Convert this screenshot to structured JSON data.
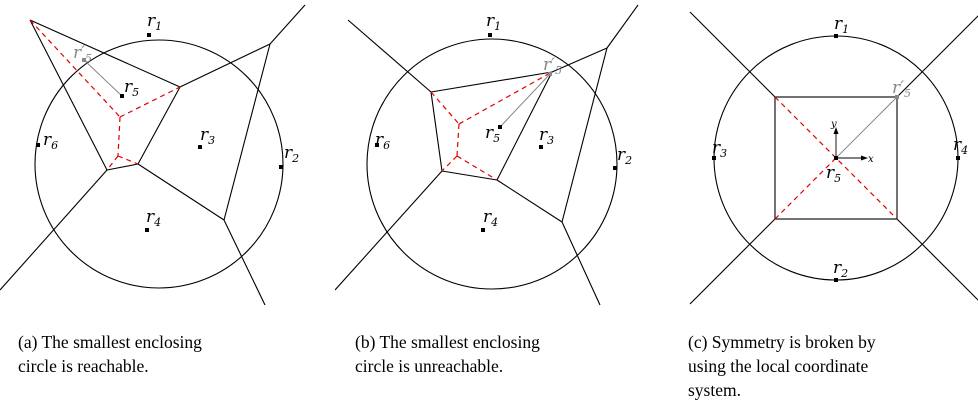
{
  "panels": [
    {
      "id": "a",
      "labels": {
        "r1": "r",
        "r1_sub": "1",
        "r2": "r",
        "r2_sub": "2",
        "r3": "r",
        "r3_sub": "3",
        "r4": "r",
        "r4_sub": "4",
        "r5": "r",
        "r5_sub": "5",
        "r5p": "r′",
        "r5p_sub": "5",
        "r6": "r",
        "r6_sub": "6"
      },
      "caption_lines": [
        "(a) The smallest enclosing",
        "circle is reachable."
      ]
    },
    {
      "id": "b",
      "labels": {
        "r1": "r",
        "r1_sub": "1",
        "r2": "r",
        "r2_sub": "2",
        "r3": "r",
        "r3_sub": "3",
        "r4": "r",
        "r4_sub": "4",
        "r5": "r",
        "r5_sub": "5",
        "r5p": "r′",
        "r5p_sub": "5",
        "r6": "r",
        "r6_sub": "6"
      },
      "caption_lines": [
        "(b) The smallest enclosing",
        "circle is unreachable."
      ]
    },
    {
      "id": "c",
      "labels": {
        "r1": "r",
        "r1_sub": "1",
        "r2": "r",
        "r2_sub": "2",
        "r3": "r",
        "r3_sub": "3",
        "r4": "r",
        "r4_sub": "4",
        "r5": "r",
        "r5_sub": "5",
        "r5p": "r′",
        "r5p_sub": "5",
        "axis_x": "x",
        "axis_y": "y"
      },
      "caption_lines": [
        "(c) Symmetry is broken by",
        "using the local coordinate",
        "system."
      ]
    }
  ],
  "colors": {
    "line": "#000000",
    "dashed": "#e00000",
    "grey": "#888888"
  }
}
